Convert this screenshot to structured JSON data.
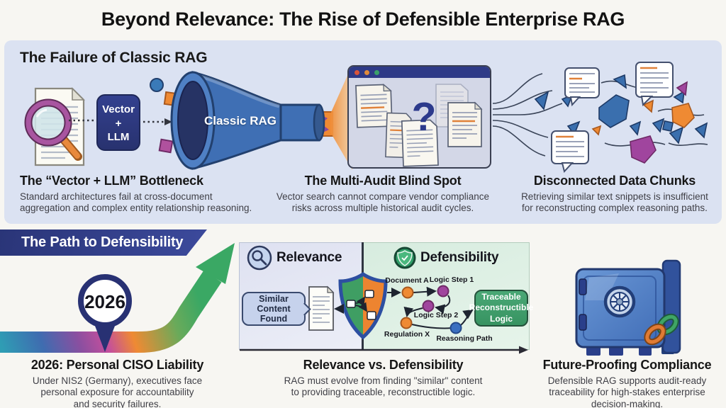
{
  "title": "Beyond Relevance: The Rise of Defensible Enterprise RAG",
  "failure": {
    "heading": "The Failure of Classic RAG",
    "vector_llm_box": "Vector\n+\nLLM",
    "funnel_label": "Classic RAG",
    "question_mark": "?",
    "items": [
      {
        "title": "The “Vector + LLM” Bottleneck",
        "body": "Standard architectures fail at cross-document\naggregation and complex entity relationship reasoning."
      },
      {
        "title": "The Multi-Audit Blind Spot",
        "body": "Vector search cannot compare vendor compliance\nrisks across multiple historical audit cycles."
      },
      {
        "title": "Disconnected Data Chunks",
        "body": "Retrieving similar text snippets is insufficient\nfor reconstructing complex reasoning paths."
      }
    ]
  },
  "path": {
    "banner": "The Path to Defensibility",
    "year": "2026",
    "relevance_heading": "Relevance",
    "defensibility_heading": "Defensibility",
    "bubble": "Similar Content\nFound",
    "labels": {
      "document_a": "Document A",
      "logic_step_1": "Logic Step 1",
      "logic_step_2": "Logic Step 2",
      "regulation_x": "Regulation X",
      "reasoning_path": "Reasoning Path"
    },
    "traceable_box": "Traceable\nReconstructible\nLogic",
    "items": [
      {
        "title": "2026: Personal CISO Liability",
        "body": "Under NIS2 (Germany), executives face\npersonal exposure for accountability\nand security failures."
      },
      {
        "title": "Relevance vs. Defensibility",
        "body": "RAG must evolve from finding \"similar\" content\nto providing traceable, reconstructible logic."
      },
      {
        "title": "Future-Proofing Compliance",
        "body": "Defensible RAG supports audit-ready\ntraceability for high-stakes enterprise\ndecision-making."
      }
    ]
  },
  "colors": {
    "navy": "#2e3a87",
    "orange": "#ef8a33",
    "green": "#3fa565",
    "purple": "#a0459e",
    "blue": "#3a6fae",
    "panel_blue": "#dbe2f2",
    "panel_lavender": "#dfe1f1",
    "panel_green": "#d9ecdf"
  }
}
